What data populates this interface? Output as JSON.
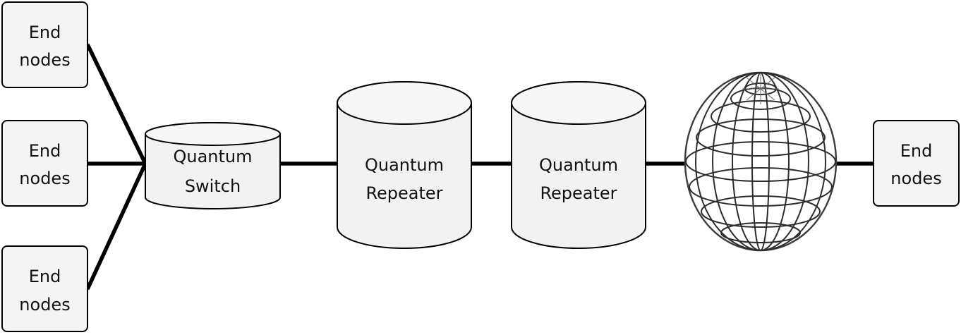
{
  "nodes": {
    "end_top": {
      "line1": "End",
      "line2": "nodes"
    },
    "end_middle": {
      "line1": "End",
      "line2": "nodes"
    },
    "end_bottom": {
      "line1": "End",
      "line2": "nodes"
    },
    "end_right": {
      "line1": "End",
      "line2": "nodes"
    },
    "switch": {
      "line1": "Quantum",
      "line2": "Switch"
    },
    "repeater_1": {
      "line1": "Quantum",
      "line2": "Repeater"
    },
    "repeater_2": {
      "line1": "Quantum",
      "line2": "Repeater"
    }
  },
  "icons": {
    "network_cloud": "globe-icon"
  },
  "colors": {
    "node_fill": "#f4f4f4",
    "stroke": "#000000"
  }
}
